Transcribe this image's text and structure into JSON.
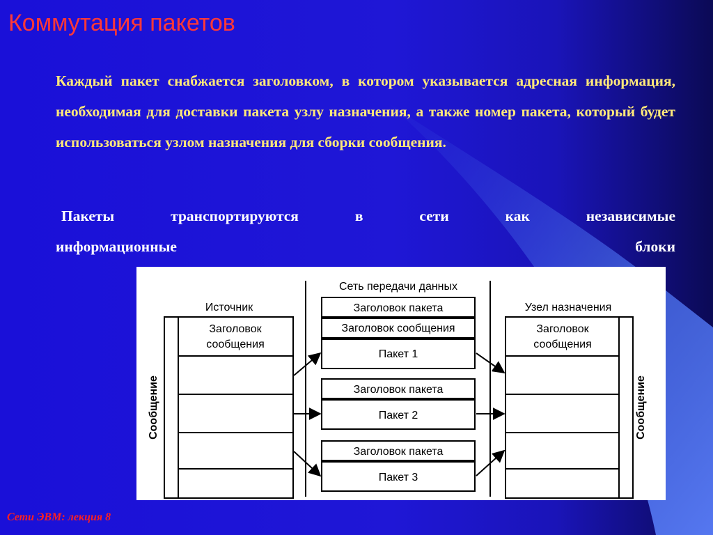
{
  "slide": {
    "title": "Коммутация пакетов",
    "paragraph1": "Каждый пакет снабжается заголовком, в котором указывается адресная информация, необходимая для доставки пакета узлу назначения, а также номер пакета, который будет использоваться узлом назначения для сборки сообщения.",
    "paragraph2_line1": "Пакеты транспортируются в сети как независимые",
    "paragraph2_line2": "информационные блоки",
    "footer": "Сети ЭВМ: лекция 8"
  },
  "diagram": {
    "network_label": "Сеть передачи данных",
    "source_label": "Источник",
    "destination_label": "Узел назначения",
    "message_label": "Сообщение",
    "message_header_line1": "Заголовок",
    "message_header_line2": "сообщения",
    "packet_header": "Заголовок пакета",
    "message_header_full": "Заголовок сообщения",
    "packet1": "Пакет 1",
    "packet2": "Пакет 2",
    "packet3": "Пакет 3"
  },
  "colors": {
    "title": "#ff3838",
    "paragraph1": "#ffe87a",
    "paragraph2": "#ffffff",
    "footer": "#ff2020",
    "background": "#1f17d6",
    "accent_shape": "#4a6bdc"
  }
}
